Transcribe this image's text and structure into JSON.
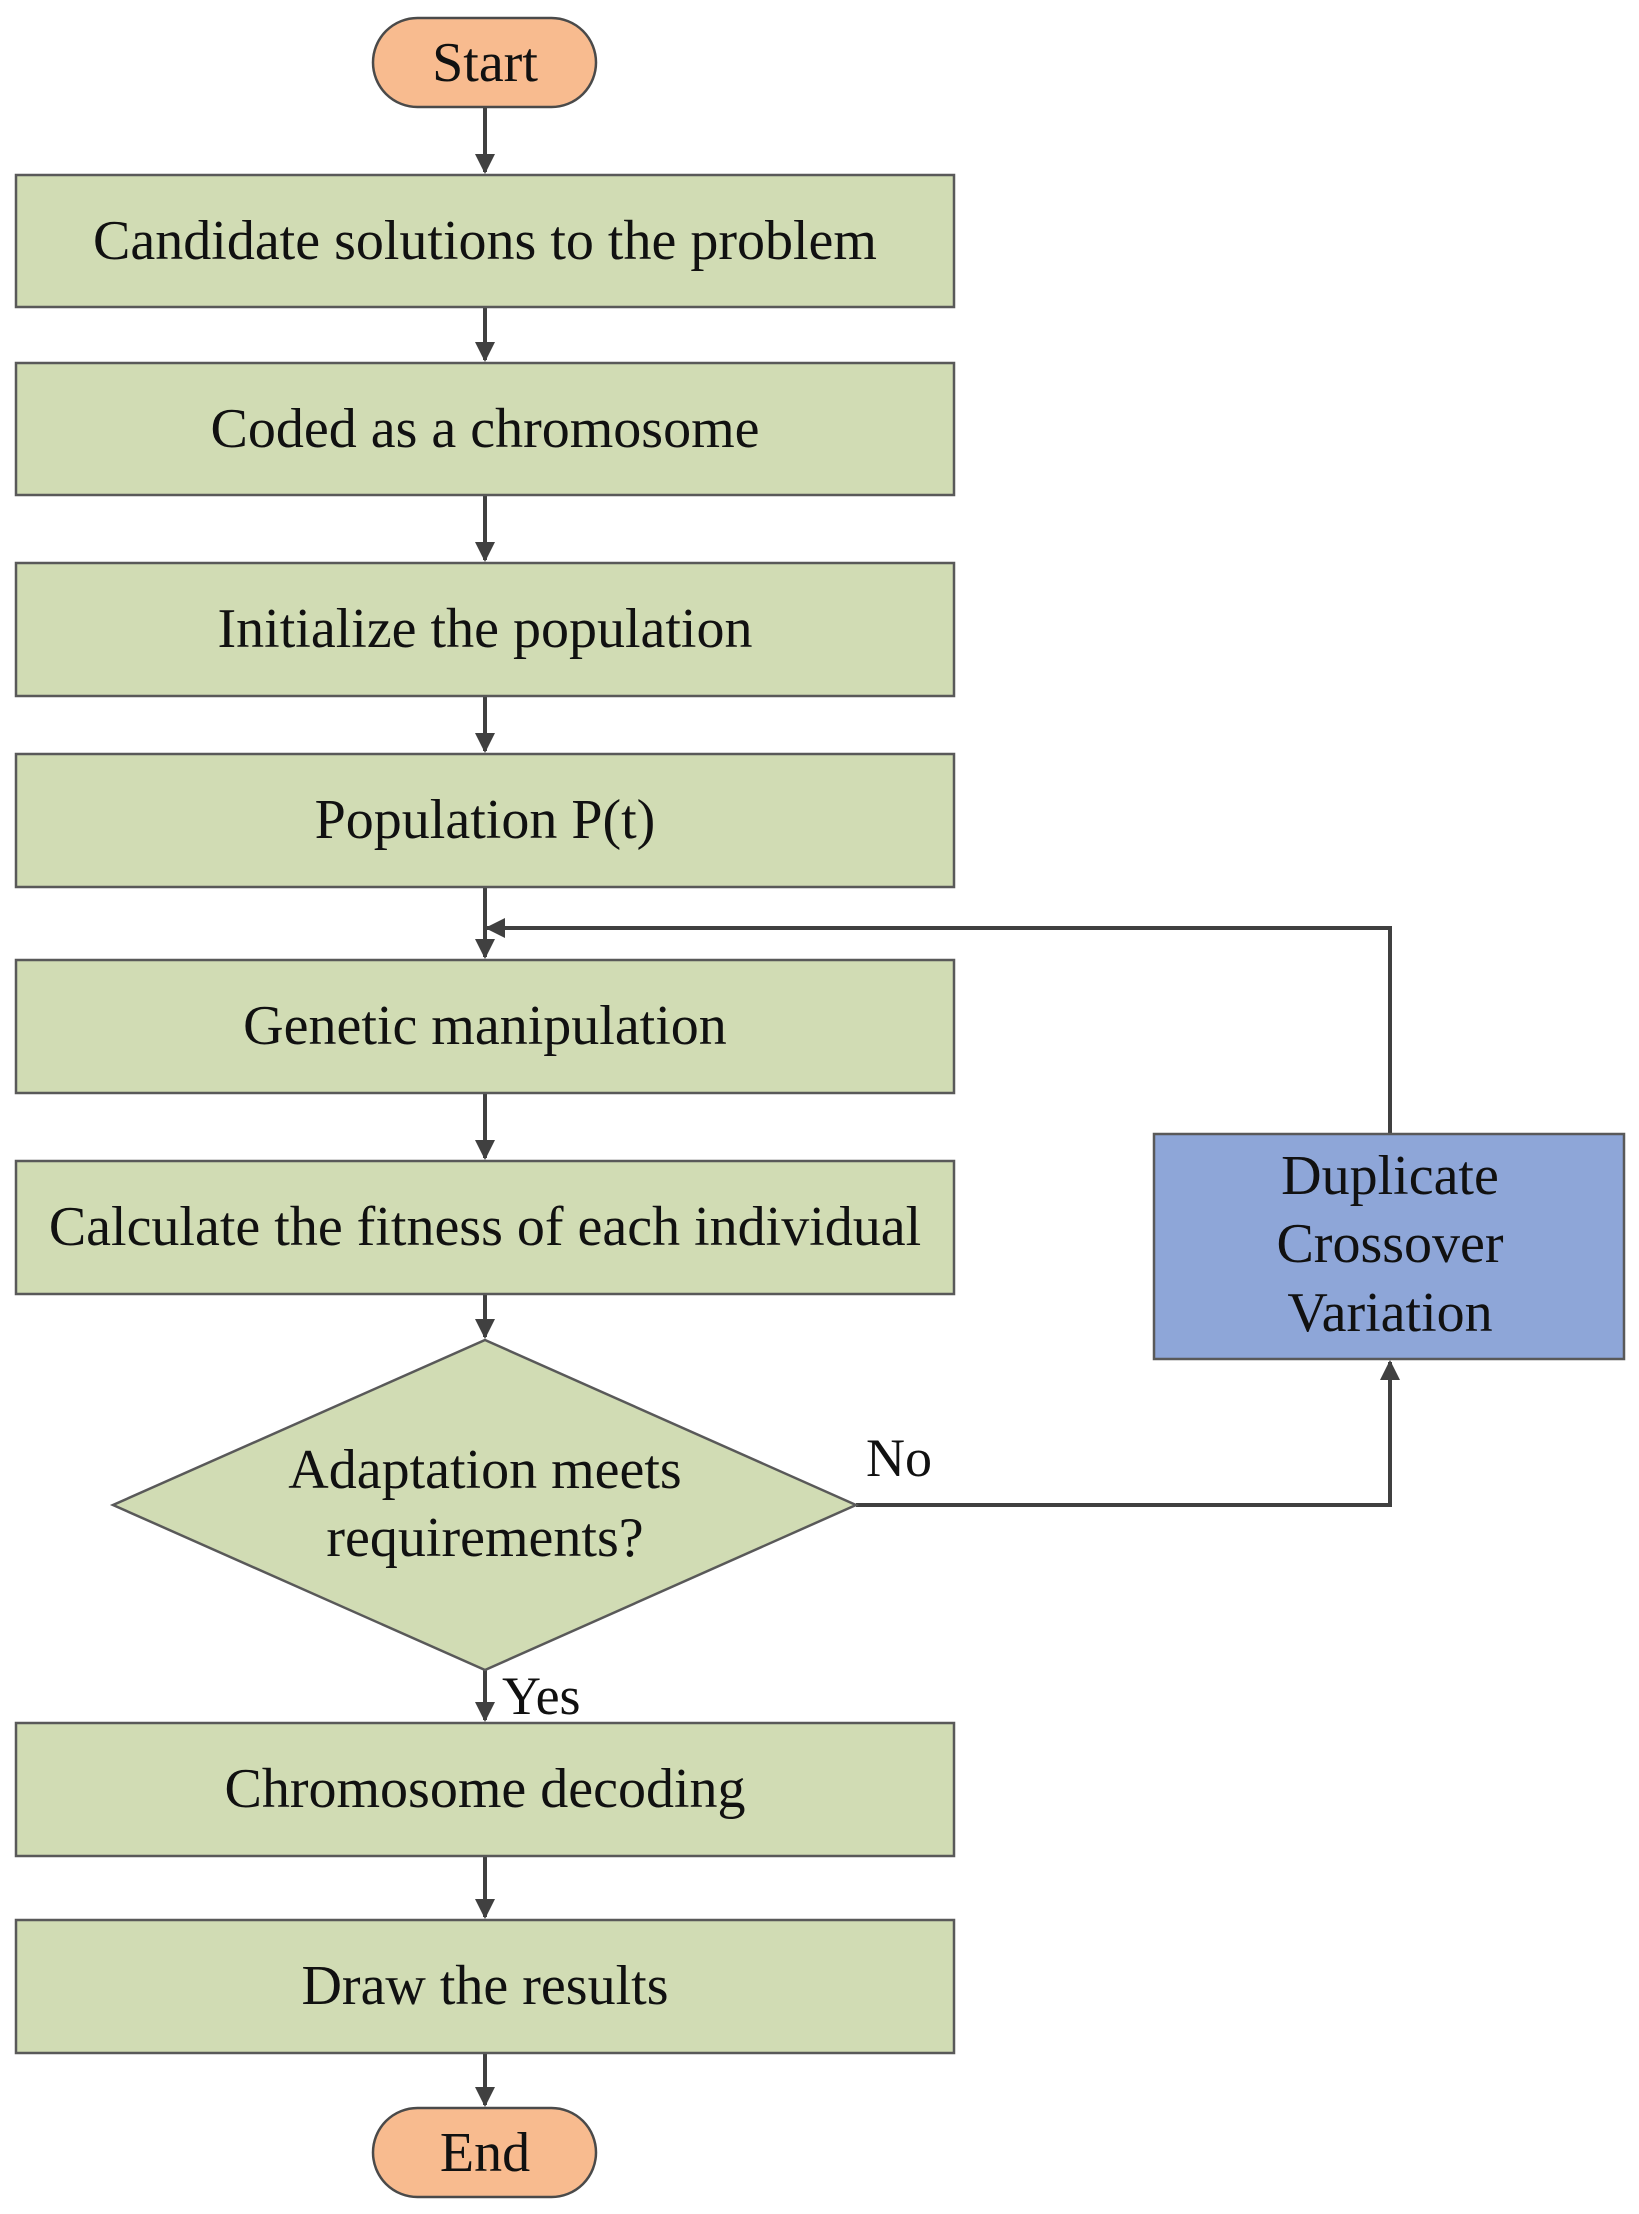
{
  "colors": {
    "terminal_fill": "#f8bb8f",
    "process_fill": "#d1dcb4",
    "decision_fill": "#d1dcb4",
    "loop_box_fill": "#8ea6d8",
    "line": "#404040"
  },
  "start": {
    "label": "Start"
  },
  "steps": [
    {
      "label": "Candidate solutions to the problem"
    },
    {
      "label": "Coded as a chromosome"
    },
    {
      "label": "Initialize the population"
    },
    {
      "label": "Population P(t)"
    },
    {
      "label": "Genetic manipulation"
    },
    {
      "label": "Calculate the fitness of each individual"
    }
  ],
  "decision": {
    "lines": [
      "Adaptation meets",
      "requirements?"
    ],
    "no_label": "No",
    "yes_label": "Yes"
  },
  "loop_box": {
    "lines": [
      "Duplicate",
      "Crossover",
      "Variation"
    ]
  },
  "final_steps": [
    {
      "label": "Chromosome decoding"
    },
    {
      "label": "Draw the results"
    }
  ],
  "end": {
    "label": "End"
  }
}
